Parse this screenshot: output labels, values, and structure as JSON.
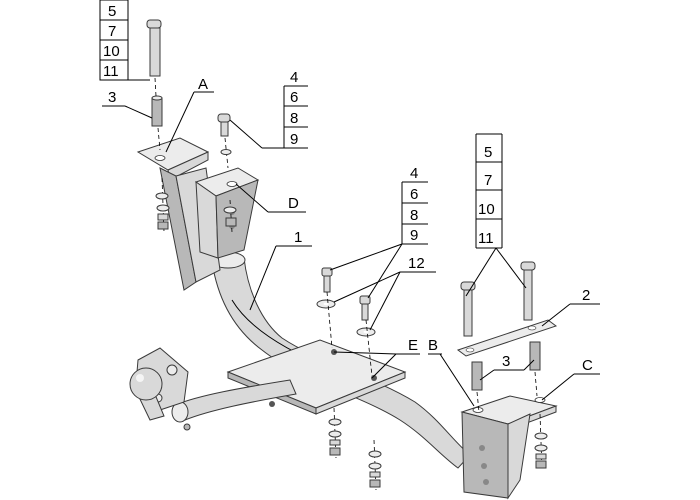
{
  "callouts": {
    "stack_top_left": [
      "5",
      "7",
      "10",
      "11"
    ],
    "stack_top_mid": [
      "4",
      "6",
      "8",
      "9"
    ],
    "stack_center": [
      "4",
      "6",
      "8",
      "9"
    ],
    "stack_right": [
      "5",
      "7",
      "10",
      "11"
    ],
    "label_3_left": "3",
    "label_3_right": "3",
    "label_1": "1",
    "label_2": "2",
    "label_12": "12",
    "label_A": "A",
    "label_B": "B",
    "label_C": "C",
    "label_D": "D",
    "label_E": "E"
  }
}
